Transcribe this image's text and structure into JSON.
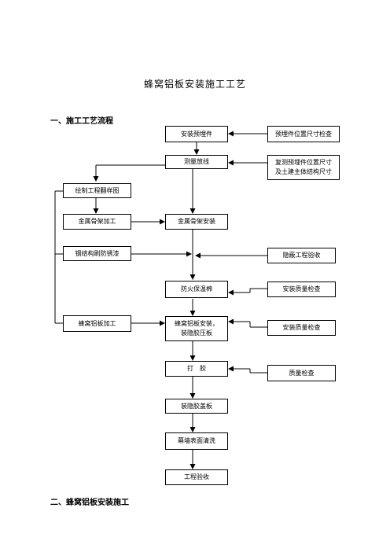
{
  "document": {
    "title": "蜂窝铝板安装施工工艺",
    "section1": "一、施工工艺流程",
    "section2": "二、蜂窝铝板安装施工"
  },
  "flowchart": {
    "main": {
      "install_embedded": "安装预埋件",
      "survey_layout": "测量放线",
      "metal_frame_install": "金属骨架安装",
      "fire_insulation": "防火保温棉",
      "honeycomb_install_1": "蜂窝铝板安装，",
      "honeycomb_install_2": "装隐胶压板",
      "glue": "打　胶",
      "cover_plate": "装隐胶盖板",
      "surface_cleaning": "幕墙表面清洗",
      "acceptance": "工程验收"
    },
    "left": {
      "drawing": "绘制工程翻样图",
      "frame_processing": "金属骨架加工",
      "anticorrosion": "钢结构刷防锈漆",
      "honeycomb_processing": "蜂窝铝板加工"
    },
    "right": {
      "embedded_check": "预埋件位置尺寸检查",
      "recheck_1": "复测预埋件位置尺寸",
      "recheck_2": "及土建主体结构尺寸",
      "hidden_acceptance": "隐蔽工程验收",
      "install_quality_1": "安装质量检查",
      "install_quality_2": "安装质量检查",
      "quality_check": "质量检查"
    }
  }
}
